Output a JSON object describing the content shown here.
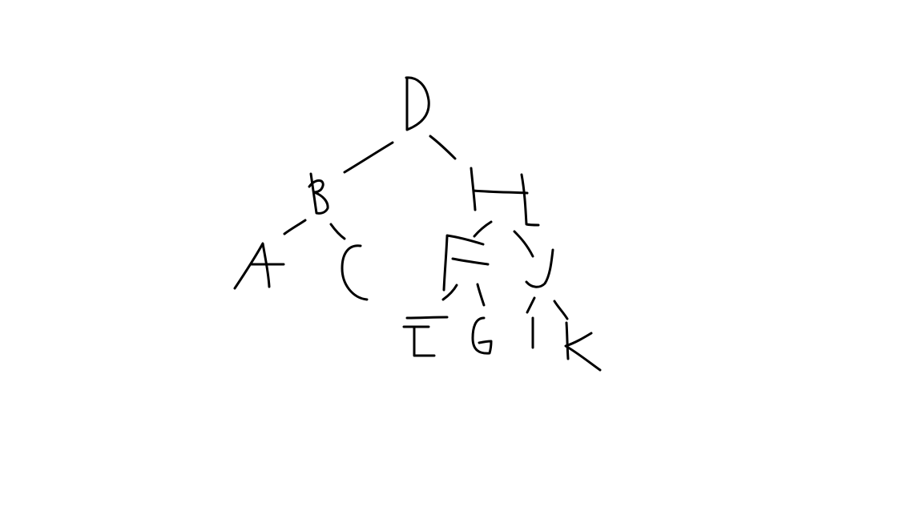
{
  "diagram": {
    "type": "binary-tree",
    "style": "hand-drawn",
    "colors": {
      "background": "#ffffff",
      "ink": "#000000"
    },
    "root": "D",
    "nodes": [
      {
        "id": "D",
        "label": "D"
      },
      {
        "id": "B",
        "label": "B"
      },
      {
        "id": "H",
        "label": "H"
      },
      {
        "id": "A",
        "label": "A"
      },
      {
        "id": "C",
        "label": "C"
      },
      {
        "id": "F",
        "label": "F"
      },
      {
        "id": "J",
        "label": "J"
      },
      {
        "id": "E",
        "label": "E"
      },
      {
        "id": "G",
        "label": "G"
      },
      {
        "id": "I",
        "label": "I"
      },
      {
        "id": "K",
        "label": "K"
      }
    ],
    "edges": [
      {
        "from": "D",
        "to": "B"
      },
      {
        "from": "D",
        "to": "H"
      },
      {
        "from": "B",
        "to": "A"
      },
      {
        "from": "B",
        "to": "C"
      },
      {
        "from": "H",
        "to": "F"
      },
      {
        "from": "H",
        "to": "J"
      },
      {
        "from": "F",
        "to": "E"
      },
      {
        "from": "F",
        "to": "G"
      },
      {
        "from": "J",
        "to": "I"
      },
      {
        "from": "J",
        "to": "K"
      }
    ]
  }
}
